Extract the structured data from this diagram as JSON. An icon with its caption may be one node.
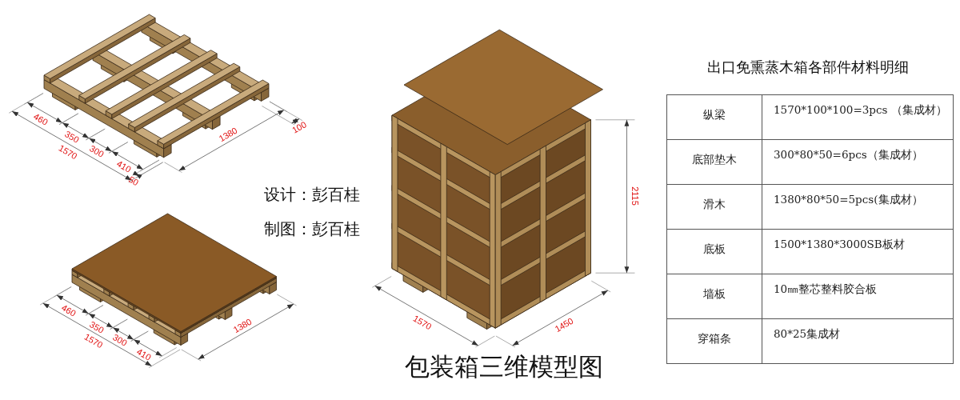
{
  "diagram": {
    "title": "出口免熏蒸木箱各部件材料明细",
    "caption": "包装箱三维模型图",
    "labels": [
      "设计：彭百桂",
      "制图：彭百桂",
      "460",
      "350",
      "300",
      "410",
      "1570",
      "50",
      "1380",
      "100",
      "460",
      "350",
      "300",
      "410",
      "1570",
      "1380",
      "1570",
      "1450",
      "2115",
      "纵梁",
      "1570*100*100=3pcs （集成材）",
      "底部垫木",
      "300*80*50=6pcs（集成材）",
      "滑木",
      "1380*80*50=5pcs(集成材）",
      "底板",
      "1500*1380*3000SB板材",
      "墙板",
      "10㎜整芯整料胶合板",
      "穿箱条",
      "80*25集成材"
    ]
  }
}
